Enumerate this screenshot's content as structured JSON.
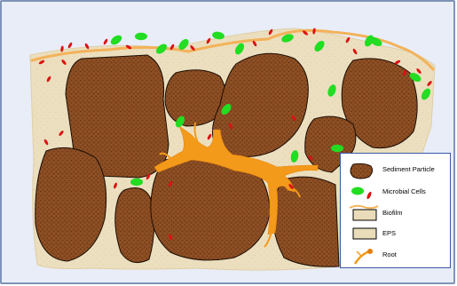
{
  "colors": {
    "frame_border": "#7f93b7",
    "frame_background": "#e8edf8",
    "biofilm_matrix": "#eadcb8",
    "sediment_particle": "#8b4d22",
    "microbial_cell": "#22dd22",
    "eps": "#dd1111",
    "root": "#f39a1a",
    "legend_border": "#3a58a8"
  },
  "legend": {
    "items": [
      {
        "label": "Sediment Particle",
        "icon": "sediment-particle-icon"
      },
      {
        "label": "Microbial Cells",
        "icon": "microbial-cells-icon"
      },
      {
        "label": "Biofilm",
        "icon": "biofilm-icon"
      },
      {
        "label": "EPS",
        "icon": "eps-icon"
      },
      {
        "label": "Root",
        "icon": "root-icon"
      }
    ]
  }
}
